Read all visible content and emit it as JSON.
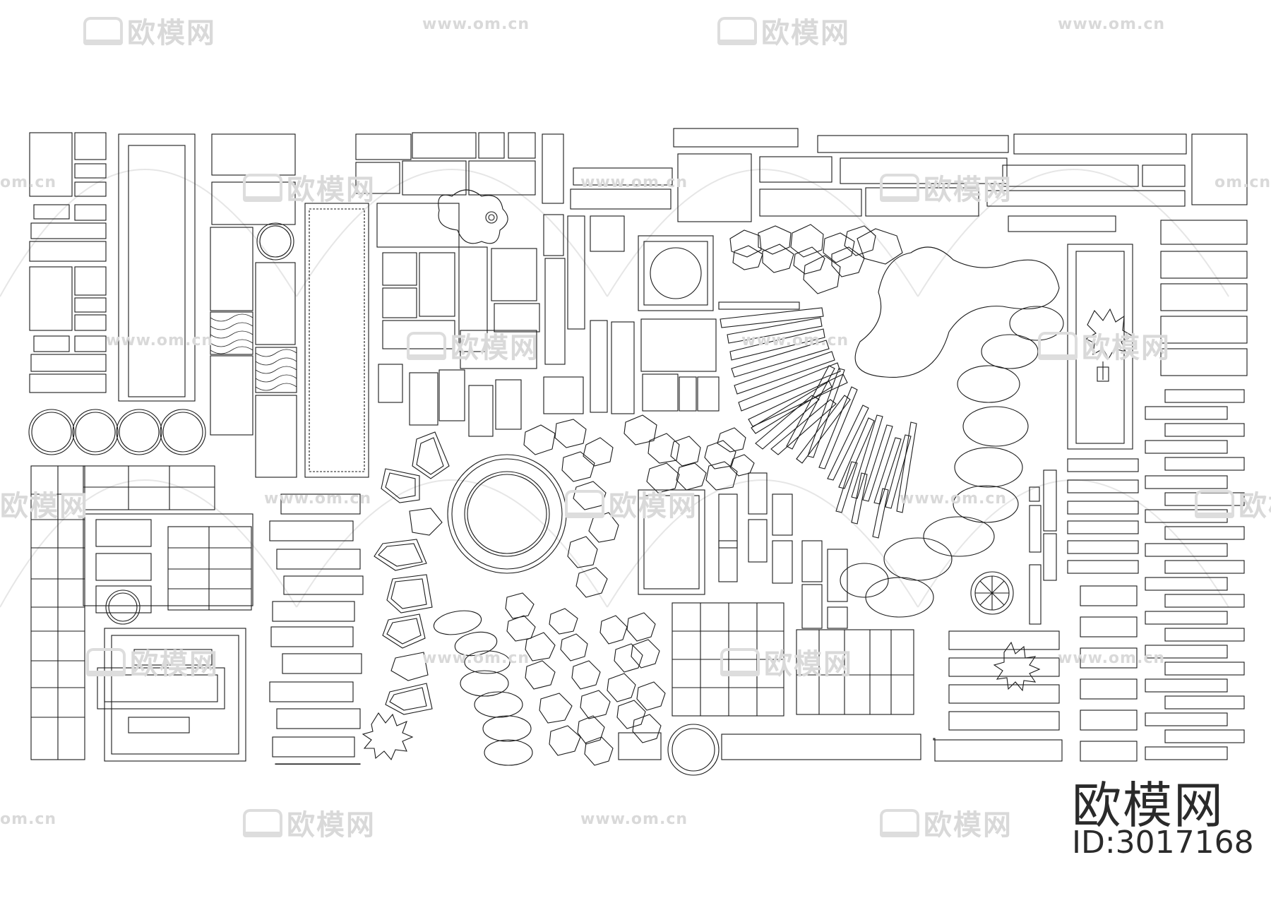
{
  "brand": {
    "name": "欧模网",
    "asset_id": "ID:3017168"
  },
  "watermark": {
    "logo_text": "欧模网",
    "url_text": "www.om.cn",
    "url_short": "om.cn"
  },
  "colors": {
    "line": "#1a1a1a",
    "watermark": "#d9d9d9",
    "background": "#ffffff"
  }
}
